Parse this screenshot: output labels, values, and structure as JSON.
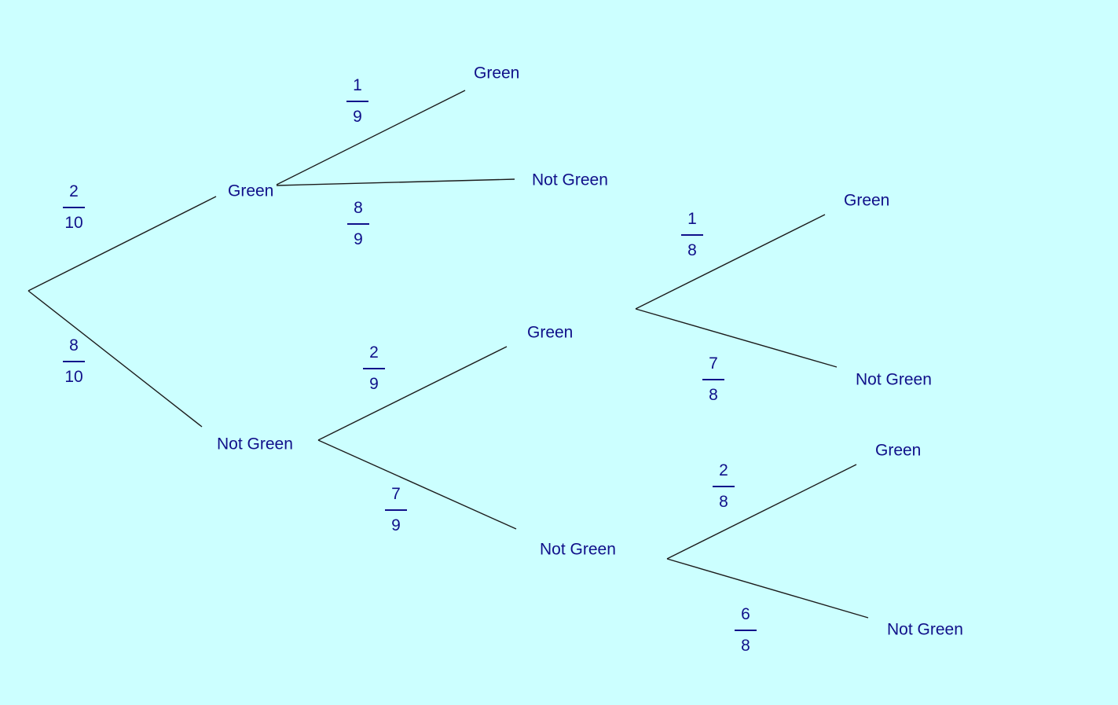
{
  "canvas": {
    "background_color": "#CCFFFF",
    "label_color": "#10108A",
    "branch_line_color": "#1C1C1C"
  },
  "tree": {
    "type": "probability-tree",
    "outcome_names": [
      "Green",
      "Not Green"
    ],
    "branches": [
      {
        "stage": 1,
        "parent": "root",
        "outcome": "Green",
        "probability_numerator": "2",
        "probability_denominator": "10"
      },
      {
        "stage": 1,
        "parent": "root",
        "outcome": "Not Green",
        "probability_numerator": "8",
        "probability_denominator": "10"
      },
      {
        "stage": 2,
        "parent": "Green",
        "outcome": "Green",
        "probability_numerator": "1",
        "probability_denominator": "9"
      },
      {
        "stage": 2,
        "parent": "Green",
        "outcome": "Not Green",
        "probability_numerator": "8",
        "probability_denominator": "9"
      },
      {
        "stage": 2,
        "parent": "Not Green",
        "outcome": "Green",
        "probability_numerator": "2",
        "probability_denominator": "9"
      },
      {
        "stage": 2,
        "parent": "Not Green",
        "outcome": "Not Green",
        "probability_numerator": "7",
        "probability_denominator": "9"
      },
      {
        "stage": 3,
        "parent": "Not Green > Green",
        "outcome": "Green",
        "probability_numerator": "1",
        "probability_denominator": "8"
      },
      {
        "stage": 3,
        "parent": "Not Green > Green",
        "outcome": "Not Green",
        "probability_numerator": "7",
        "probability_denominator": "8"
      },
      {
        "stage": 3,
        "parent": "Not Green > Not Green",
        "outcome": "Green",
        "probability_numerator": "2",
        "probability_denominator": "8"
      },
      {
        "stage": 3,
        "parent": "Not Green > Not Green",
        "outcome": "Not Green",
        "probability_numerator": "6",
        "probability_denominator": "8"
      }
    ]
  }
}
